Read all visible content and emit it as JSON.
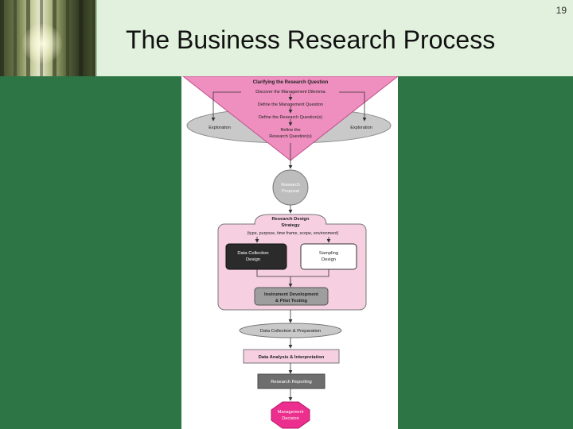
{
  "slide": {
    "number": "19",
    "title": "The Business Research Process"
  },
  "diagram": {
    "funnel_title": "Clarifying the Research Question",
    "step_dilemma": "Discover the Management Dilemma",
    "step_mgmt_question": "Define the Management Question",
    "step_research_question": "Define the Research Question(s)",
    "exploration_left": "Exploration",
    "exploration_right": "Exploration",
    "refine_line1": "Refine the",
    "refine_line2": "Research Question(s)",
    "proposal_line1": "Research",
    "proposal_line2": "Proposal",
    "design_title_line1": "Research Design",
    "design_title_line2": "Strategy",
    "design_subtitle": "(type, purpose, time frame, scope, environment)",
    "data_collection_line1": "Data Collection",
    "data_collection_line2": "Design",
    "sampling_line1": "Sampling",
    "sampling_line2": "Design",
    "instrument_line1": "Instrument Development",
    "instrument_line2": "& Pilot Testing",
    "collection_prep": "Data Collection & Preparation",
    "analysis": "Data Analysis & Interpretation",
    "reporting": "Research Reporting",
    "decision_line1": "Management",
    "decision_line2": "Decision"
  },
  "colors": {
    "background": "#2e7545",
    "header": "#e1f1dd",
    "funnel_pink": "#ee8fbf",
    "light_pink": "#f6cfe0",
    "gray": "#c9c9c9",
    "dark_gray": "#6e6e6e",
    "decision_pink": "#ec2e8e"
  }
}
